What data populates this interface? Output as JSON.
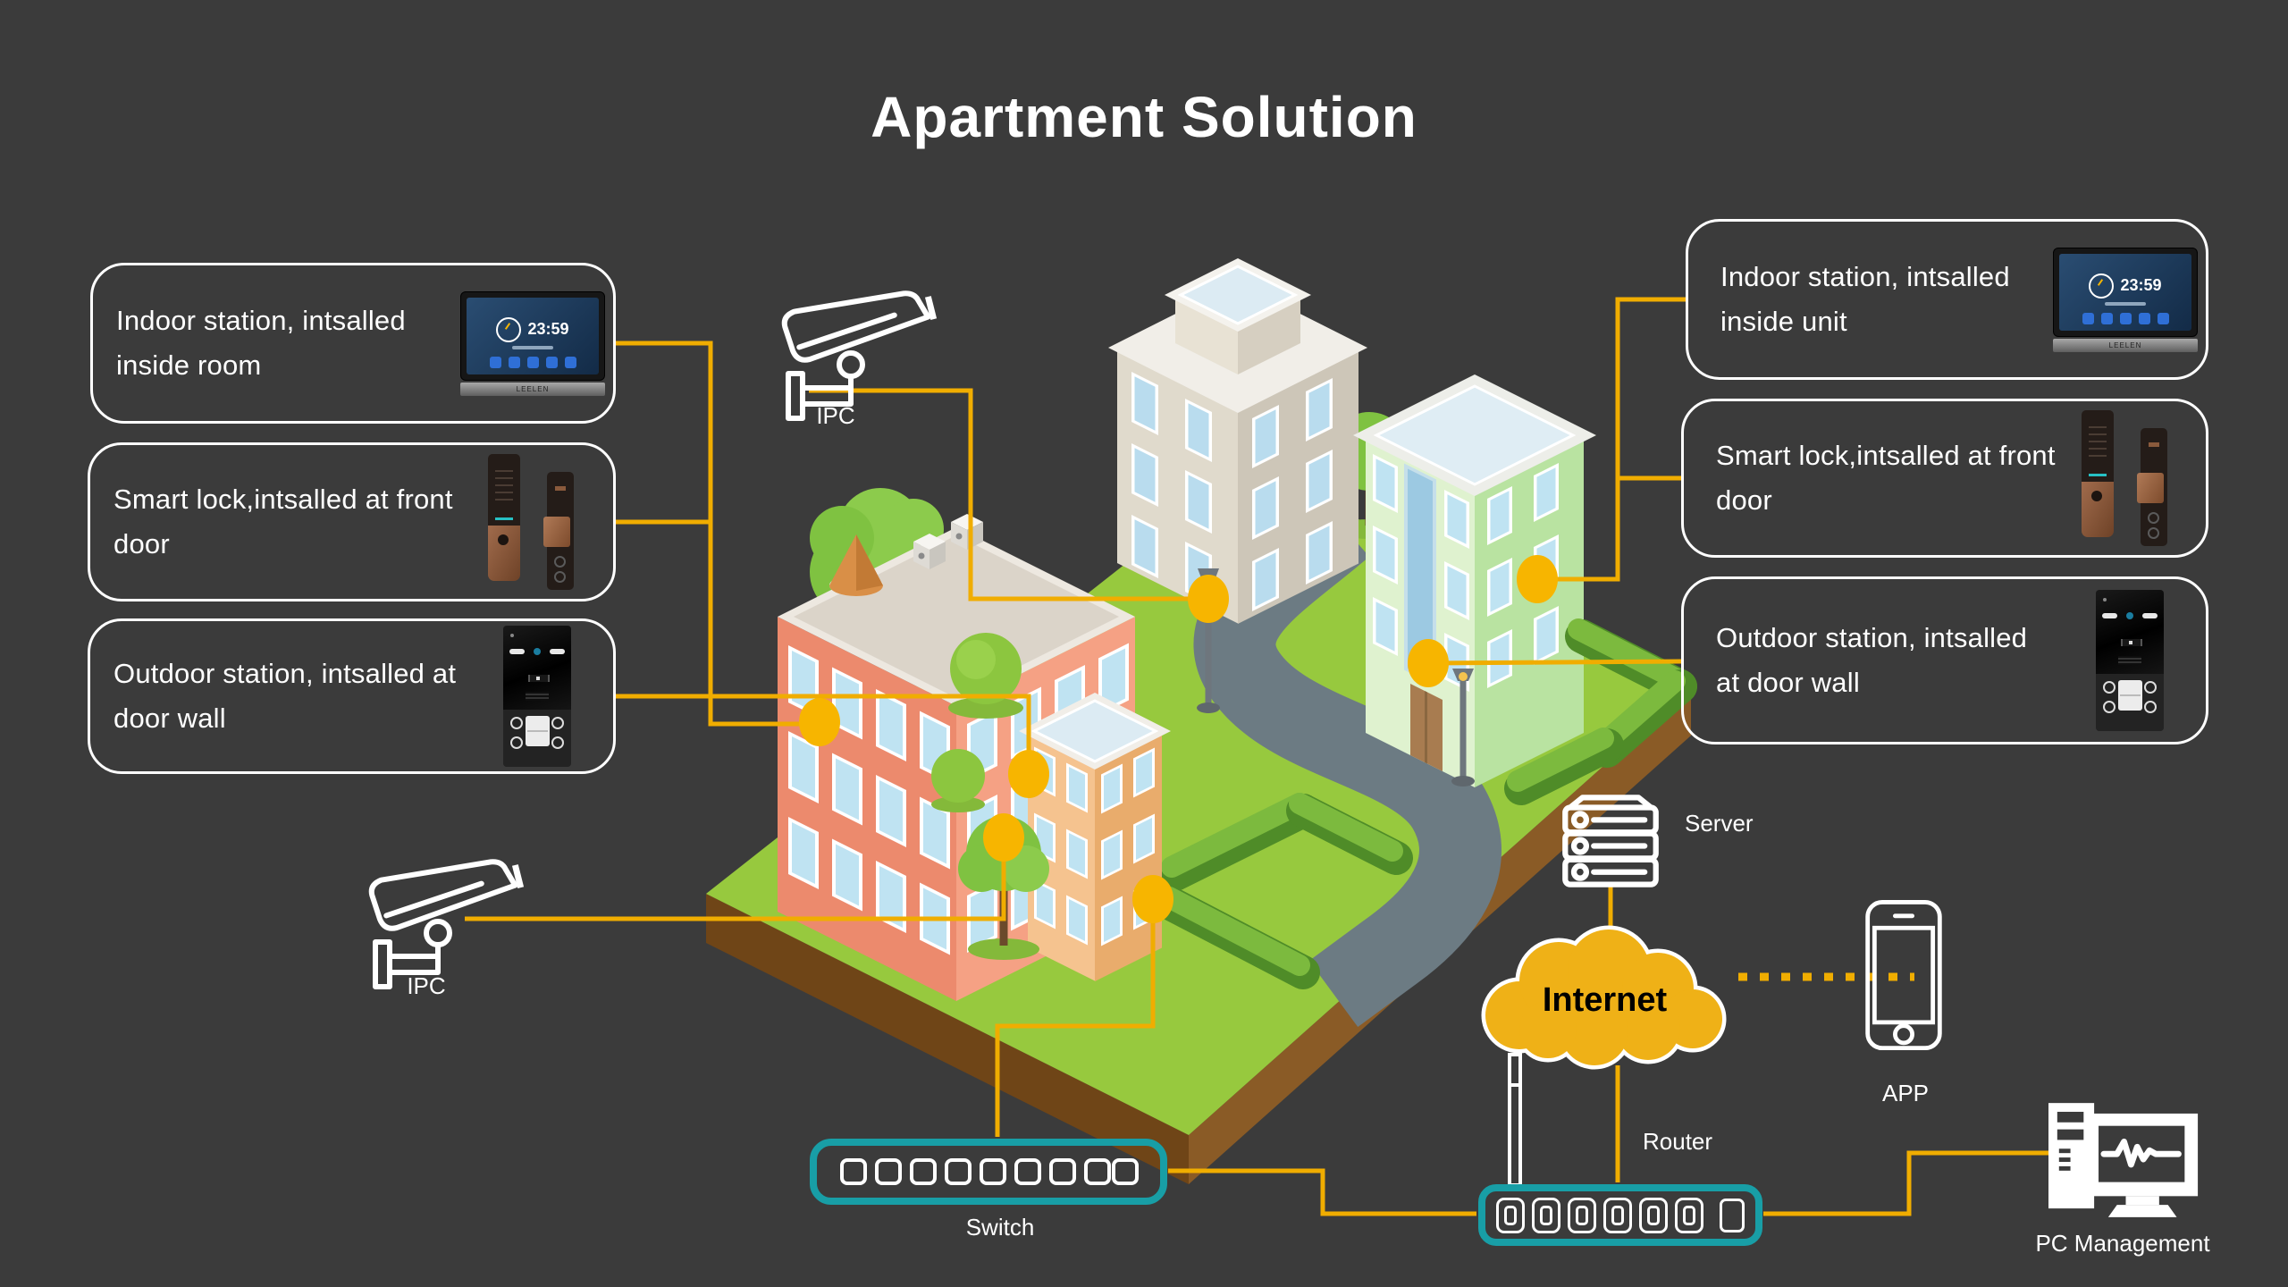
{
  "title": "Apartment Solution",
  "colors": {
    "background": "#3B3B3B",
    "line_accent": "#F0AD00",
    "junction_dot": "#F7B500",
    "network_teal": "#189EA6",
    "cloud_fill": "#EFB117",
    "text": "#FFFFFF"
  },
  "callouts": {
    "left": [
      {
        "text": "Indoor station, intsalled inside room",
        "device": "indoor-station"
      },
      {
        "text": "Smart lock,intsalled at front door",
        "device": "smart-lock"
      },
      {
        "text": "Outdoor station, intsalled at door wall",
        "device": "outdoor-station"
      }
    ],
    "right": [
      {
        "text": "Indoor station, intsalled inside unit",
        "device": "indoor-station"
      },
      {
        "text": "Smart lock,intsalled at front door",
        "device": "smart-lock"
      },
      {
        "text": "Outdoor station, intsalled at door wall",
        "device": "outdoor-station"
      }
    ]
  },
  "devices": {
    "indoor_station": {
      "time": "23:59",
      "brand": "LEELEN"
    }
  },
  "nodes": {
    "ipc_top": {
      "label": "IPC"
    },
    "ipc_bottom": {
      "label": "IPC"
    },
    "server": {
      "label": "Server"
    },
    "internet": {
      "label": "Internet"
    },
    "router": {
      "label": "Router"
    },
    "switch": {
      "label": "Switch"
    },
    "app": {
      "label": "APP"
    },
    "pc": {
      "label": "PC Management"
    }
  },
  "network": {
    "switch": {
      "ports": 8,
      "uplink_ports": 1
    },
    "router": {
      "ports": 6,
      "uplink_ports": 1
    }
  }
}
